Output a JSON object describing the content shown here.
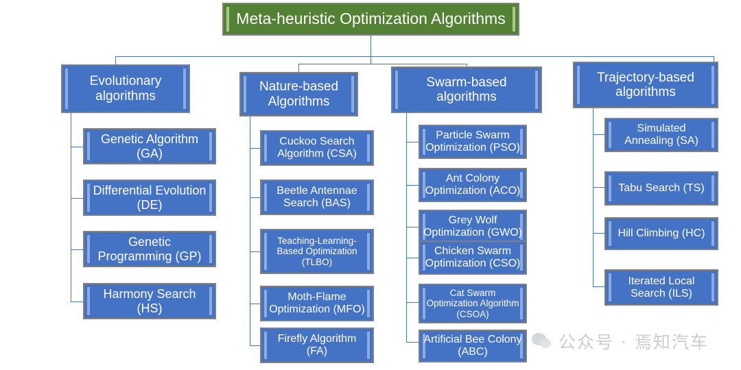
{
  "diagram": {
    "type": "taxonomy-tree",
    "background": "#ffffff",
    "root": {
      "label": "Meta-heuristic Optimization Algorithms",
      "color": "#548235",
      "text_color": "#ffffff"
    },
    "node_color": "#4472c4",
    "accent_color": "#8faadd",
    "border_color": "#808080",
    "connector_color": "#4a77b4",
    "categories": [
      {
        "label": "Evolutionary\nalgorithms",
        "children": [
          "Genetic Algorithm\n(GA)",
          "Differential Evolution\n(DE)",
          "Genetic\nProgramming (GP)",
          "Harmony Search\n(HS)"
        ]
      },
      {
        "label": "Nature-based\nAlgorithms",
        "children": [
          "Cuckoo Search\nAlgorithm (CSA)",
          "Beetle Antennae\nSearch (BAS)",
          "Teaching-Learning-\nBased Optimization\n(TLBO)",
          "Moth-Flame\nOptimization (MFO)",
          "Firefly Algorithm\n(FA)"
        ]
      },
      {
        "label": "Swarm-based\nalgorithms",
        "children": [
          "Particle Swarm\nOptimization (PSO)",
          "Ant Colony\nOptimization (ACO)",
          "Grey Wolf\nOptimization (GWO)",
          "Chicken Swarm\nOptimization (CSO)",
          "Cat Swarm\nOptimization Algorithm\n(CSOA)",
          "Artificial Bee Colony\n(ABC)"
        ]
      },
      {
        "label": "Trajectory-based\nalgorithms",
        "children": [
          "Simulated\nAnnealing (SA)",
          "Tabu Search (TS)",
          "Hill Climbing (HC)",
          "Iterated Local\nSearch (ILS)"
        ]
      }
    ]
  },
  "watermark": {
    "text": "公众号 · 焉知汽车",
    "icon": "wechat-icon",
    "color": "#c9cdd2"
  }
}
